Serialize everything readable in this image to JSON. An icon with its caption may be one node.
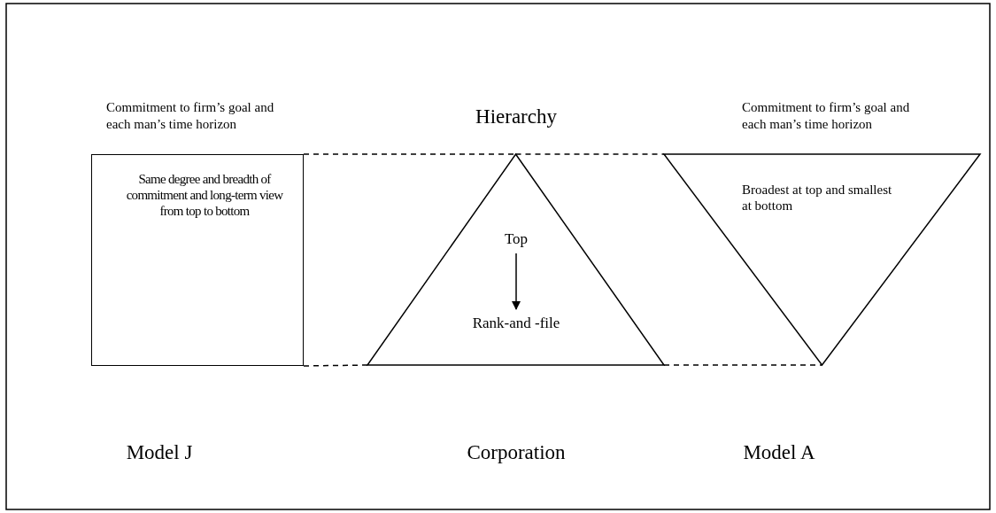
{
  "diagram": {
    "nodes": [
      {
        "text": [
          "Same degree and breadth of commitment and long-term view from top to bottom"
        ],
        "beside": [
          "Commitment to firm’s goal and each man’s time horizon",
          "Model J"
        ]
      },
      {
        "text": [],
        "shape": "triangle",
        "beside": [
          "Hierarchy",
          "Corporation"
        ]
      },
      {
        "text": [
          "Top"
        ],
        "in": 1
      },
      {
        "text": [
          "Rank-and -file"
        ],
        "in": 1
      },
      {
        "text": [
          "Broadest at top and smallest at bottom"
        ],
        "beside": [
          "Commitment to firm’s goal and each man’s time horizon",
          "Model A"
        ]
      }
    ],
    "edges": [
      {
        "from": 0,
        "to": 1,
        "arrow": "none",
        "style": "dashed"
      },
      {
        "from": 1,
        "to": 4,
        "arrow": "none",
        "style": "dashed"
      },
      {
        "from": 2,
        "to": 3,
        "arrow": "to"
      },
      {
        "from": 0,
        "to": 1,
        "arrow": "none",
        "style": "dashed"
      },
      {
        "from": 1,
        "to": 4,
        "arrow": "none",
        "style": "dashed"
      }
    ]
  }
}
